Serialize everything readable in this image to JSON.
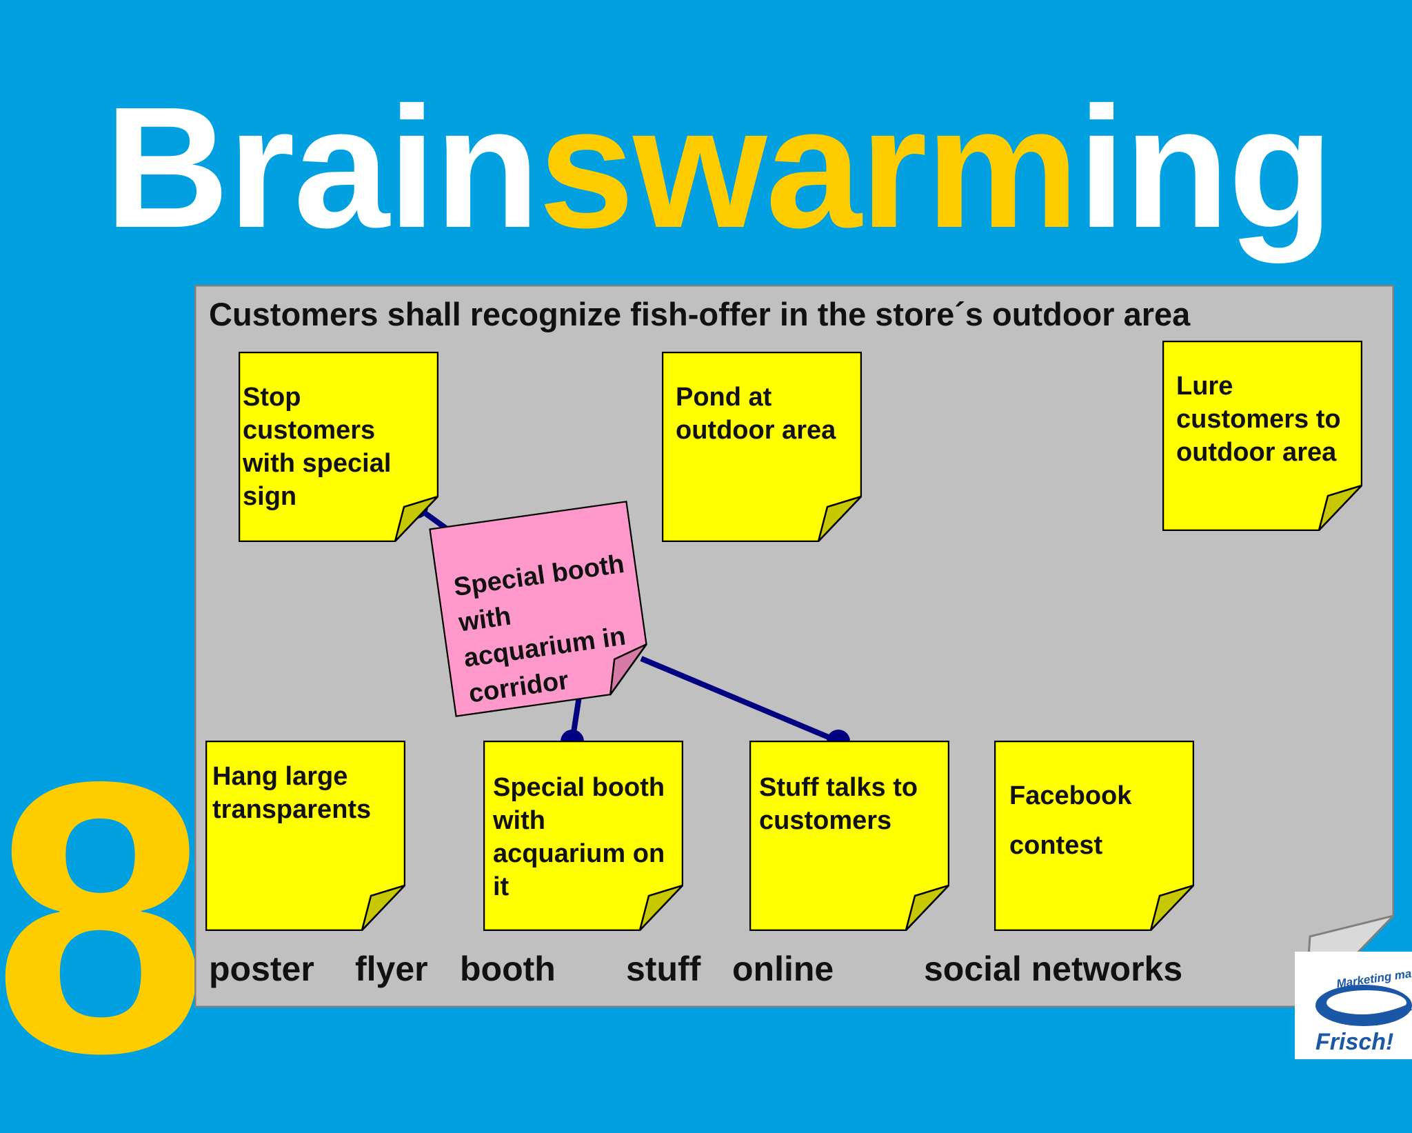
{
  "title": {
    "part1": "Brain",
    "part2": "swarm",
    "part3": "ing"
  },
  "slide_number": "8",
  "board": {
    "headline": "Customers shall recognize fish-offer in the store´s outdoor area"
  },
  "notes": [
    {
      "text": "Stop customers with special sign",
      "color": "#ffff00"
    },
    {
      "text": "Pond at outdoor area",
      "color": "#ffff00"
    },
    {
      "text": "Lure customers to outdoor area",
      "color": "#ffff00"
    },
    {
      "text": "Hang large transparents",
      "color": "#ffff00"
    },
    {
      "text": "Special booth with acquarium on it",
      "color": "#ffff00"
    },
    {
      "text": "Stuff talks to customers",
      "color": "#ffff00"
    },
    {
      "text": "Facebook contest",
      "color": "#ffff00"
    }
  ],
  "central_note": {
    "text": "Special booth with acquarium in corridor",
    "color": "#ff99cc"
  },
  "categories": [
    "poster",
    "flyer",
    "booth",
    "stuff",
    "online",
    "social networks"
  ],
  "logo": {
    "tagline": "Marketing macht",
    "brand": "Frisch!"
  },
  "colors": {
    "background": "#00a0e1",
    "accent": "#ffcc00",
    "board": "#c0c0c0",
    "connector": "#000080"
  }
}
